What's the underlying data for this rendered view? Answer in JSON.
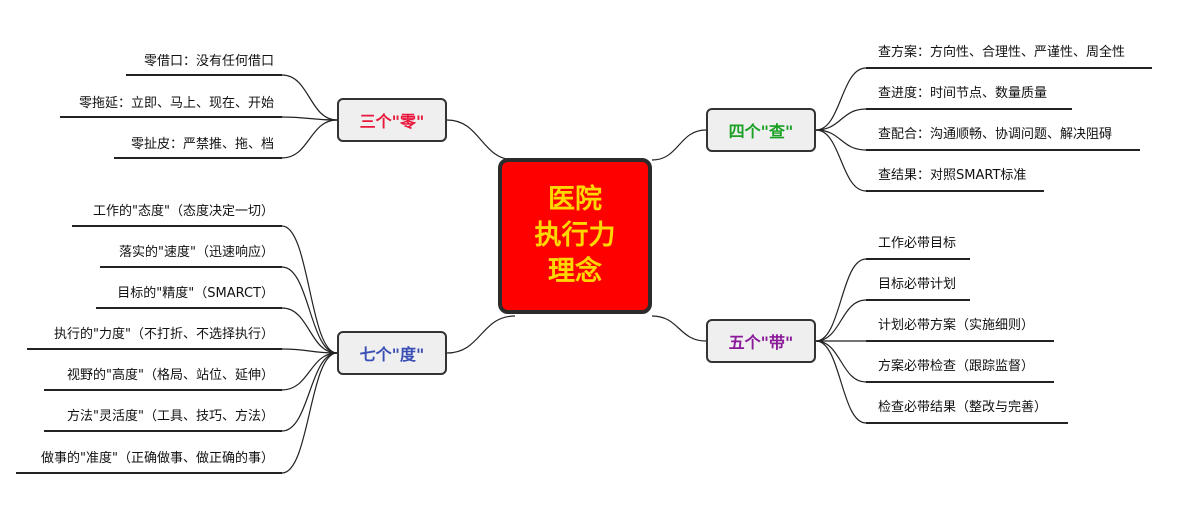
{
  "center": {
    "title": "医院\n执行力\n理念",
    "fill_color": "#ff0000",
    "text_color": "#ffd700"
  },
  "branches": [
    {
      "key": "zero",
      "label": "三个\"零\"",
      "color": "#e8173c",
      "leaves": [
        "零借口：没有任何借口",
        "零拖延：立即、马上、现在、开始",
        "零扯皮：严禁推、拖、档"
      ]
    },
    {
      "key": "check",
      "label": "四个\"查\"",
      "color": "#1ba025",
      "leaves": [
        "查方案：方向性、合理性、严谨性、周全性",
        "查进度：时间节点、数量质量",
        "查配合：沟通顺畅、协调问题、解决阻碍",
        "查结果：对照SMART标准"
      ]
    },
    {
      "key": "bring",
      "label": "五个\"带\"",
      "color": "#8a1a9a",
      "leaves": [
        "工作必带目标",
        "目标必带计划",
        "计划必带方案（实施细则）",
        "方案必带检查（跟踪监督）",
        "检查必带结果（整改与完善）"
      ]
    },
    {
      "key": "degree",
      "label": "七个\"度\"",
      "color": "#3a4fb5",
      "leaves": [
        "工作的\"态度\"（态度决定一切）",
        "落实的\"速度\"（迅速响应）",
        "目标的\"精度\"（SMARCT）",
        "执行的\"力度\"（不打折、不选择执行）",
        "视野的\"高度\"（格局、站位、延伸）",
        "方法\"灵活度\"（工具、技巧、方法）",
        "做事的\"准度\"（正确做事、做正确的事）"
      ]
    }
  ]
}
